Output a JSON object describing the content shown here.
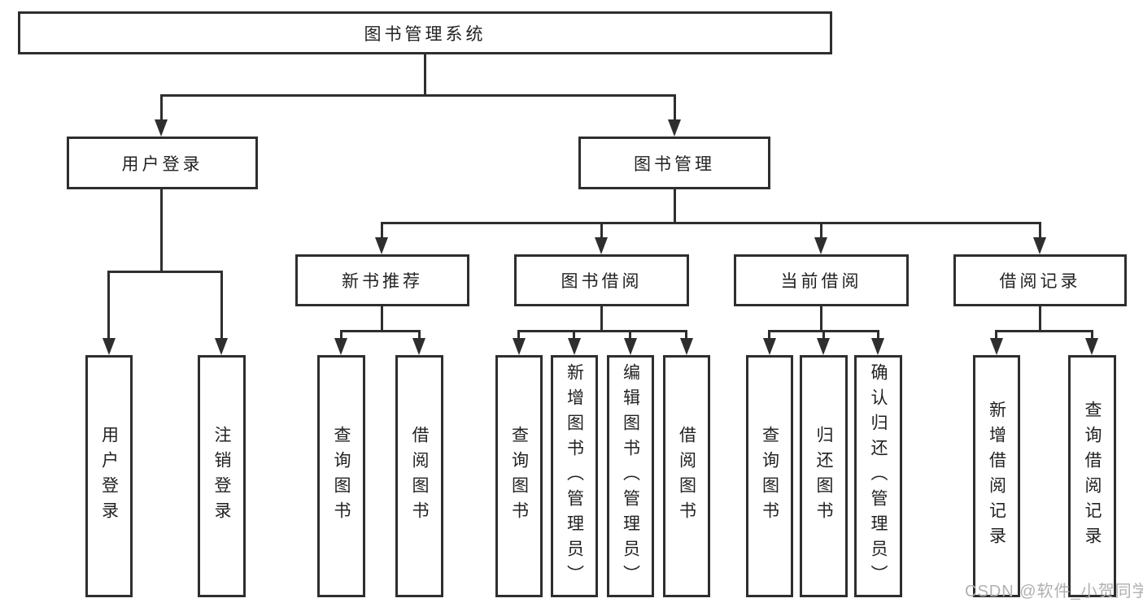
{
  "diagram": {
    "title": "图书管理系统",
    "branches": [
      {
        "label": "用户登录",
        "children": [
          "用户登录",
          "注销登录"
        ]
      },
      {
        "label": "图书管理",
        "children": [
          {
            "label": "新书推荐",
            "children": [
              "查询图书",
              "借阅图书"
            ]
          },
          {
            "label": "图书借阅",
            "children": [
              "查询图书",
              "新增图书（管理员）",
              "编辑图书（管理员）",
              "借阅图书"
            ]
          },
          {
            "label": "当前借阅",
            "children": [
              "查询图书",
              "归还图书",
              "确认归还（管理员）"
            ]
          },
          {
            "label": "借阅记录",
            "children": [
              "新增借阅记录",
              "查询借阅记录"
            ]
          }
        ]
      }
    ]
  },
  "watermark": {
    "text": "CSDN @软件_小贺同学"
  },
  "colors": {
    "line": "#2e2e2e",
    "text": "#222222",
    "watermark": "#b0b0b0",
    "background": "#ffffff"
  }
}
